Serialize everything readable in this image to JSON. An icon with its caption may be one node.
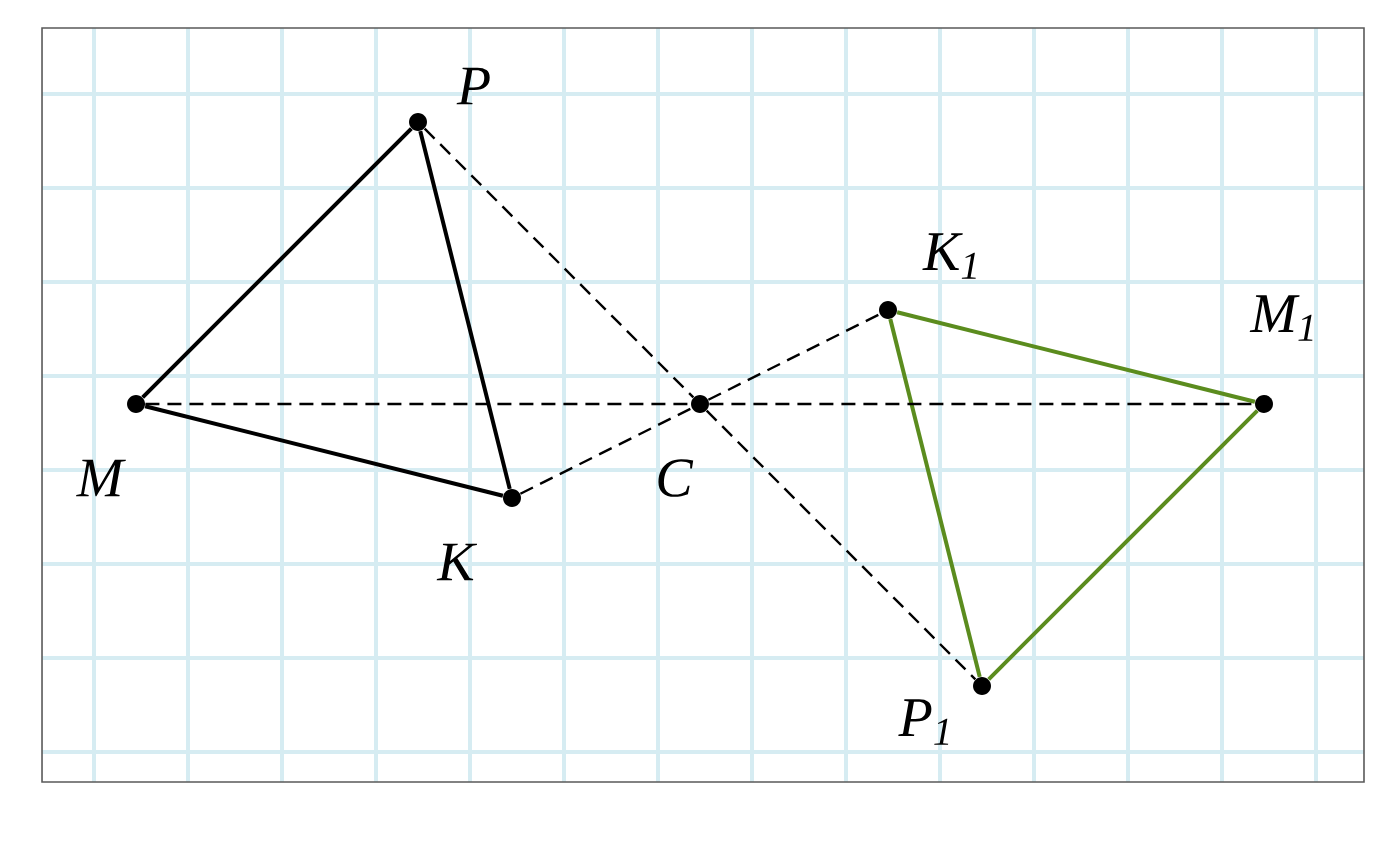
{
  "diagram": {
    "nodes": [
      {
        "text": [],
        "shape": "circle",
        "beside": [
          "M"
        ]
      },
      {
        "text": [],
        "shape": "circle",
        "beside": [
          "P"
        ]
      },
      {
        "text": [],
        "shape": "circle",
        "beside": [
          "K"
        ]
      },
      {
        "text": [],
        "shape": "circle",
        "beside": [
          "C"
        ]
      },
      {
        "text": [],
        "shape": "circle",
        "beside": [
          "K$_{1}$"
        ]
      },
      {
        "text": [],
        "shape": "circle",
        "beside": [
          "M$_{1}$"
        ]
      },
      {
        "text": [],
        "shape": "circle",
        "beside": [
          "P$_{1}$"
        ]
      }
    ],
    "edges": [
      {
        "from": 0,
        "to": 1,
        "arrow": "none"
      },
      {
        "from": 1,
        "to": 2,
        "arrow": "none"
      },
      {
        "from": 2,
        "to": 0,
        "arrow": "none"
      },
      {
        "from": 4,
        "to": 5,
        "arrow": "none",
        "color": "#5b8c1e"
      },
      {
        "from": 5,
        "to": 6,
        "arrow": "none",
        "color": "#5b8c1e"
      },
      {
        "from": 6,
        "to": 4,
        "arrow": "none",
        "color": "#5b8c1e"
      },
      {
        "from": 0,
        "to": 3,
        "arrow": "none",
        "style": "dashed"
      },
      {
        "from": 3,
        "to": 5,
        "arrow": "none",
        "style": "dashed"
      },
      {
        "from": 1,
        "to": 3,
        "arrow": "none",
        "style": "dashed"
      },
      {
        "from": 3,
        "to": 6,
        "arrow": "none",
        "style": "dashed"
      },
      {
        "from": 2,
        "to": 3,
        "arrow": "none",
        "style": "dashed"
      },
      {
        "from": 3,
        "to": 4,
        "arrow": "none",
        "style": "dashed"
      }
    ]
  }
}
